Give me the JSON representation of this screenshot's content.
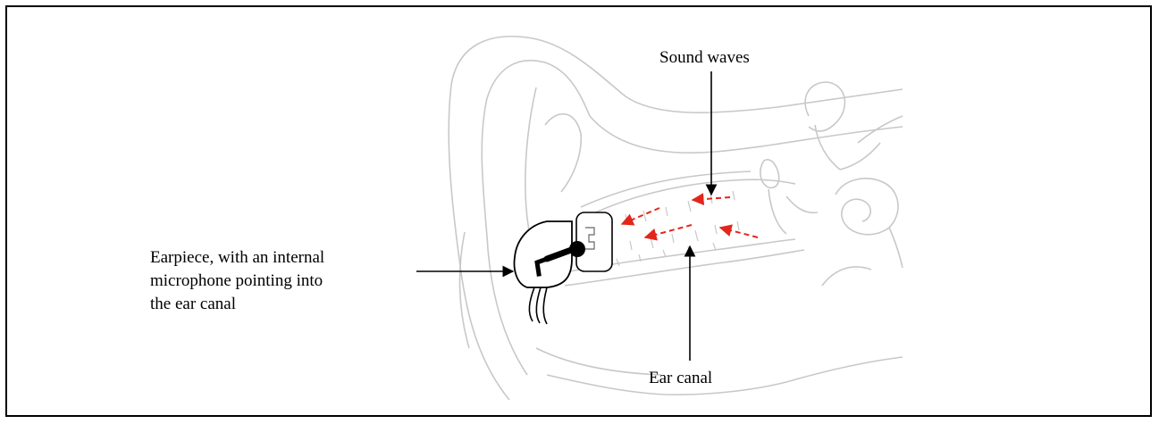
{
  "labels": {
    "sound_waves": "Sound waves",
    "ear_canal": "Ear canal",
    "earpiece_line1": "Earpiece, with an internal",
    "earpiece_line2": "microphone pointing into",
    "earpiece_line3": "the ear canal"
  },
  "colors": {
    "outline": "#c8c8c8",
    "arrow": "#000000",
    "sound_wave_arrow": "#e3261c"
  },
  "icons": [
    "microphone-icon",
    "earpiece-icon"
  ]
}
